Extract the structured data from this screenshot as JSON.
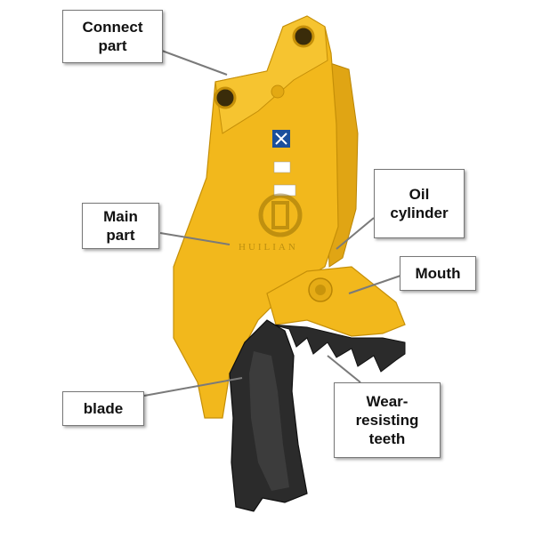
{
  "colors": {
    "body": "#f2b81c",
    "body_shade": "#d99a0c",
    "teeth": "#2b2b2b",
    "leader": "#7a7a7a",
    "logo_blue": "#1b4f9c"
  },
  "labels": {
    "connect": [
      "Connect",
      "part"
    ],
    "main": [
      "Main",
      "part"
    ],
    "oil": [
      "Oil",
      "cylinder"
    ],
    "mouth": [
      "Mouth"
    ],
    "blade": [
      "blade"
    ],
    "teeth": [
      "Wear-",
      "resisting",
      "teeth"
    ]
  },
  "watermark": "HUILIAN",
  "icons": [
    "brand-logo-icon",
    "watermark-logo-icon"
  ]
}
